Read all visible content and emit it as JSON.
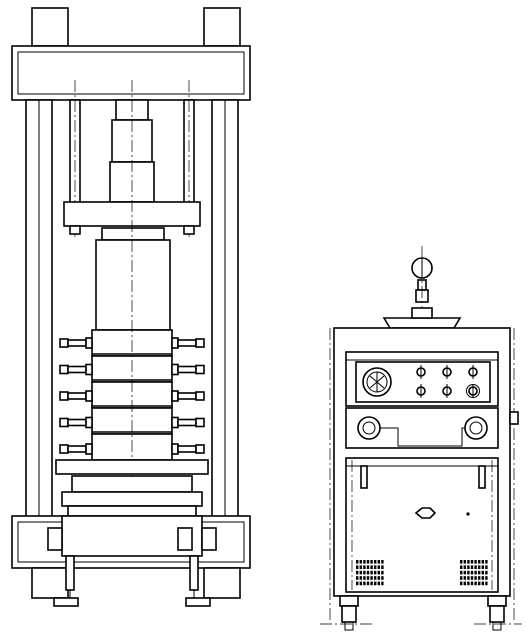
{
  "drawing": {
    "views": [
      "press-frame-front-view",
      "control-cabinet-front-view"
    ],
    "line_color": "#000000",
    "background": "#ffffff",
    "press": {
      "clamp_rows": 5,
      "column_count": 2
    },
    "cabinet": {
      "dial_count": 1,
      "indicator_lamps": 6,
      "valve_knobs": 2,
      "vent_grilles": 2,
      "casters": 2
    }
  }
}
